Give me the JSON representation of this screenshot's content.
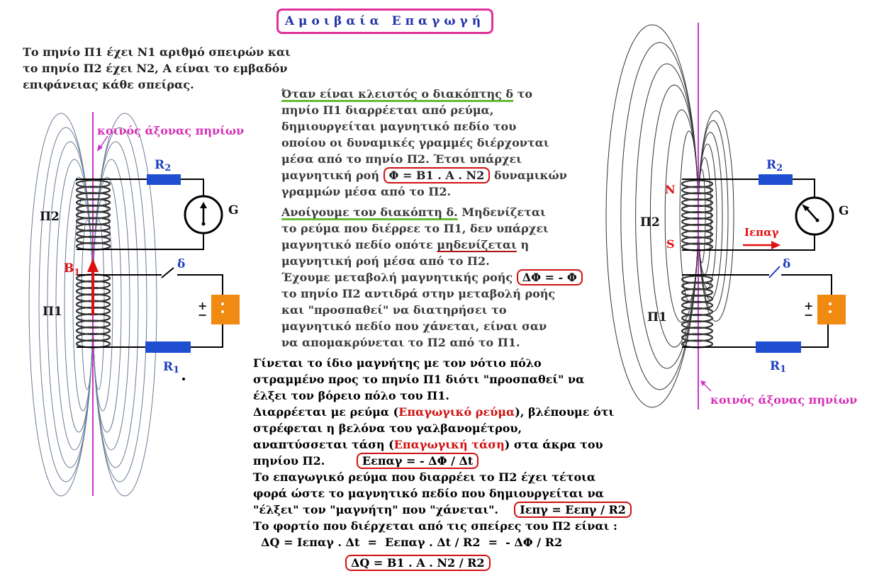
{
  "title": "Αμοιβαία Επαγωγή",
  "intro": {
    "line1": "Το πηνίο Π1 έχει Ν1 αριθμό σπειρών   και",
    "line2": "το  πηνίο Π2  έχει  Ν2,   Α  είναι το εμβαδόν",
    "line3": "επιφάνειας κάθε σπείρας."
  },
  "closed": {
    "line1": "Όταν είναι κλειστός ο διακόπτης  δ",
    "line1b": "  το",
    "line2": "πηνίο Π1  διαρρέεται από ρεύμα,",
    "line3": "δημιουργείται μαγνητικό πεδίο  του",
    "line4": "οποίου οι δυναμικές γραμμές διέρχονται",
    "line5": "μέσα από το πηνίο Π2.  Έτσι υπάρχει",
    "line6a": "μαγνητική ροή ",
    "formula": "Φ = Β1 . Α . Ν2",
    "line6b": " δυναμικών",
    "line7": "γραμμών μέσα από το Π2."
  },
  "opened": {
    "line1a": "Ανοίγουμε τον διακόπτη  δ.",
    "line1b": "  Μηδενίζεται",
    "line2": "το ρεύμα  που διέρρεε το Π1,   δεν  υπάρχει",
    "line3a": "μαγνητικό πεδίο οπότε ",
    "line3b": "μηδενίζεται",
    "line3c": " η",
    "line4": "μαγνητική ροή μέσα από το Π2.",
    "line5": "Έχουμε μεταβολή μαγνητικής ροής ",
    "formula": "ΔΦ = - Φ",
    "line6": "το πηνίο Π2 αντιδρά  στην μεταβολή ροής",
    "line7": "και \"προσπαθεί\" να διατηρήσει το",
    "line8": "μαγνητικό πεδίο που χάνεται,  είναι σαν",
    "line9": "να απομακρύνεται το Π2  από το Π1."
  },
  "result": {
    "line1": "Γίνεται το ίδιο μαγνήτης  με τον νότιο πόλο",
    "line2": "στραμμένο προς το πηνίο Π1  διότι \"προσπαθεί\" να",
    "line3": "έλξει τον βόρειο πόλο του Π1.",
    "line4a": "Διαρρέεται με ρεύμα (",
    "line4red": "Επαγωγικό ρεύμα",
    "line4b": "), βλέπουμε ότι",
    "line5": "στρέφεται η βελόνα του γαλβανομέτρου,",
    "line6a": "αναπτύσσεται τάση (",
    "line6red": "Επαγωγική τάση",
    "line6b": ")  στα άκρα του",
    "line7a": "πηνίου Π2.        ",
    "formula1": "Εεπαγ = - ΔΦ / Δt",
    "line8": "Το επαγωγικό ρεύμα που διαρρέει το Π2 έχει τέτοια",
    "line9": "φορά ώστε το μαγνητικό πεδίο που δημιουργείται να",
    "line10a": "\"έλξει\" τον \"μαγνήτη\" που \"χάνεται\".    ",
    "formula2": "Ιεπγ = Εεπγ / R2",
    "line11": "Το φορτίο που διέρχεται από τις σπείρες του Π2 είναι :",
    "line12": "  ΔQ = Ιεπαγ . Δt  =  Εεπαγ . Δt / R2  =  - ΔΦ / R2",
    "formula3": "ΔQ  =  Β1 . Α . Ν2 / R2"
  },
  "left_diagram": {
    "axis_label": "κοινός άξονας πηνίων",
    "p2": "Π2",
    "p1": "Π1",
    "r2_main": "R",
    "r2_sub": "2",
    "r1_main": "R",
    "r1_sub": "1",
    "g": "G",
    "d": "δ",
    "b1_main": "B",
    "b1_sub": "1",
    "plus": "+",
    "minus": "−"
  },
  "right_diagram": {
    "axis_label": "κοινός άξονας πηνίων",
    "p2": "Π2",
    "p1": "Π1",
    "n": "N",
    "s": "S",
    "r2_main": "R",
    "r2_sub": "2",
    "r1_main": "R",
    "r1_sub": "1",
    "g": "G",
    "d": "δ",
    "i_label": "Ιεπαγ",
    "plus": "+",
    "minus": "−"
  },
  "colors": {
    "title_border": "#e0309a",
    "title_text": "#2233aa",
    "axis": "#cc33cc",
    "resistor": "#1f4fd0",
    "battery": "#f08a10",
    "highlight": "#d01010",
    "field_lines": "#6a7a95",
    "coil": "#333333"
  }
}
